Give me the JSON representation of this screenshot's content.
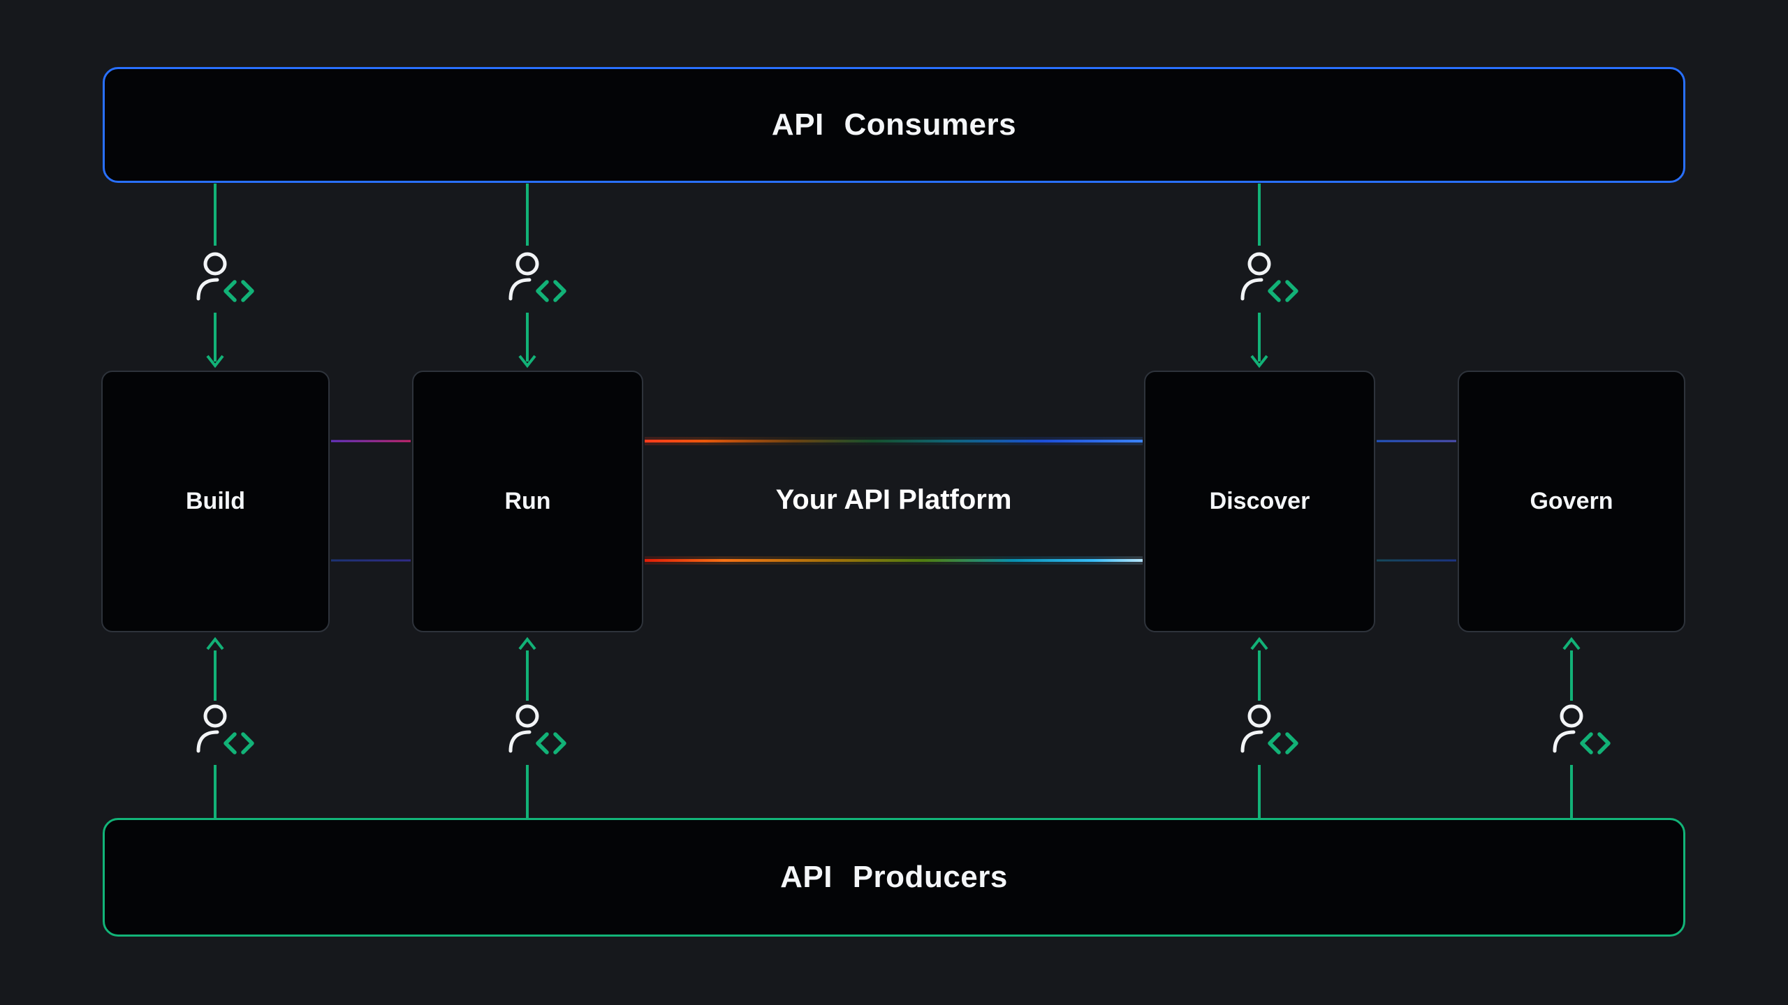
{
  "diagram": {
    "consumers": {
      "label": "API Consumers"
    },
    "producers": {
      "label": "API Producers"
    },
    "platform_label": "Your API Platform",
    "stages": [
      {
        "label": "Build"
      },
      {
        "label": "Run"
      },
      {
        "label": "Discover"
      },
      {
        "label": "Govern"
      }
    ],
    "icons": {
      "developer": "person-with-code-icon"
    },
    "colors": {
      "background": "#16181c",
      "box_fill": "#030406",
      "box_border": "#2e333b",
      "consumers_border": "#2970ff",
      "producers_border": "#12b478",
      "arrow_green": "#12b277",
      "gradient_top_left": "#ff3b1c",
      "gradient_top_right": "#3b82f6",
      "gradient_bottom_left": "#e11d07",
      "gradient_bottom_right": "#bae6fd",
      "text": "#f4f6f8"
    }
  }
}
